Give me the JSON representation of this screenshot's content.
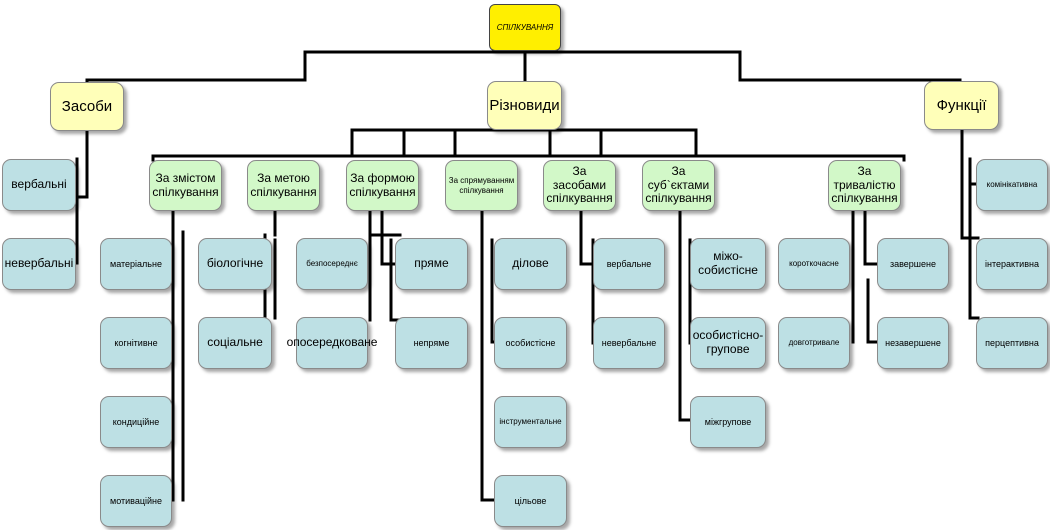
{
  "diagram": {
    "root": "СПІЛКУВАННЯ",
    "level1": {
      "means": "Засоби",
      "varieties": "Різновиди",
      "functions": "Функції"
    },
    "means_items": [
      "вербальні",
      "невербальні"
    ],
    "functions_items": [
      "комінікативна",
      "інтерактивна",
      "перцептивна"
    ],
    "categories": [
      {
        "label": "За змістом спілкування",
        "items": [
          "матеріальне",
          "когнітивне",
          "кондиційне",
          "мотиваційне"
        ]
      },
      {
        "label": "За метою спілкування",
        "items": [
          "біологічне",
          "соціальне"
        ]
      },
      {
        "label": "За формою спілкування",
        "items": [
          "безпосереднє",
          "пряме",
          "опосередковане",
          "непряме"
        ]
      },
      {
        "label": "За спрямуванням спілкування",
        "items": [
          "ділове",
          "особистісне",
          "інструментальне",
          "цільове"
        ]
      },
      {
        "label": "За засобами спілкування",
        "items": [
          "вербальне",
          "невербальне"
        ]
      },
      {
        "label": "За суб`єктами спілкування",
        "items": [
          "міжо-собистісне",
          "особистісно-групове",
          "міжгрупове"
        ]
      },
      {
        "label": "За тривалістю спілкування",
        "items": [
          "короткочасне",
          "завершене",
          "довготривале",
          "незавершене"
        ]
      }
    ]
  }
}
